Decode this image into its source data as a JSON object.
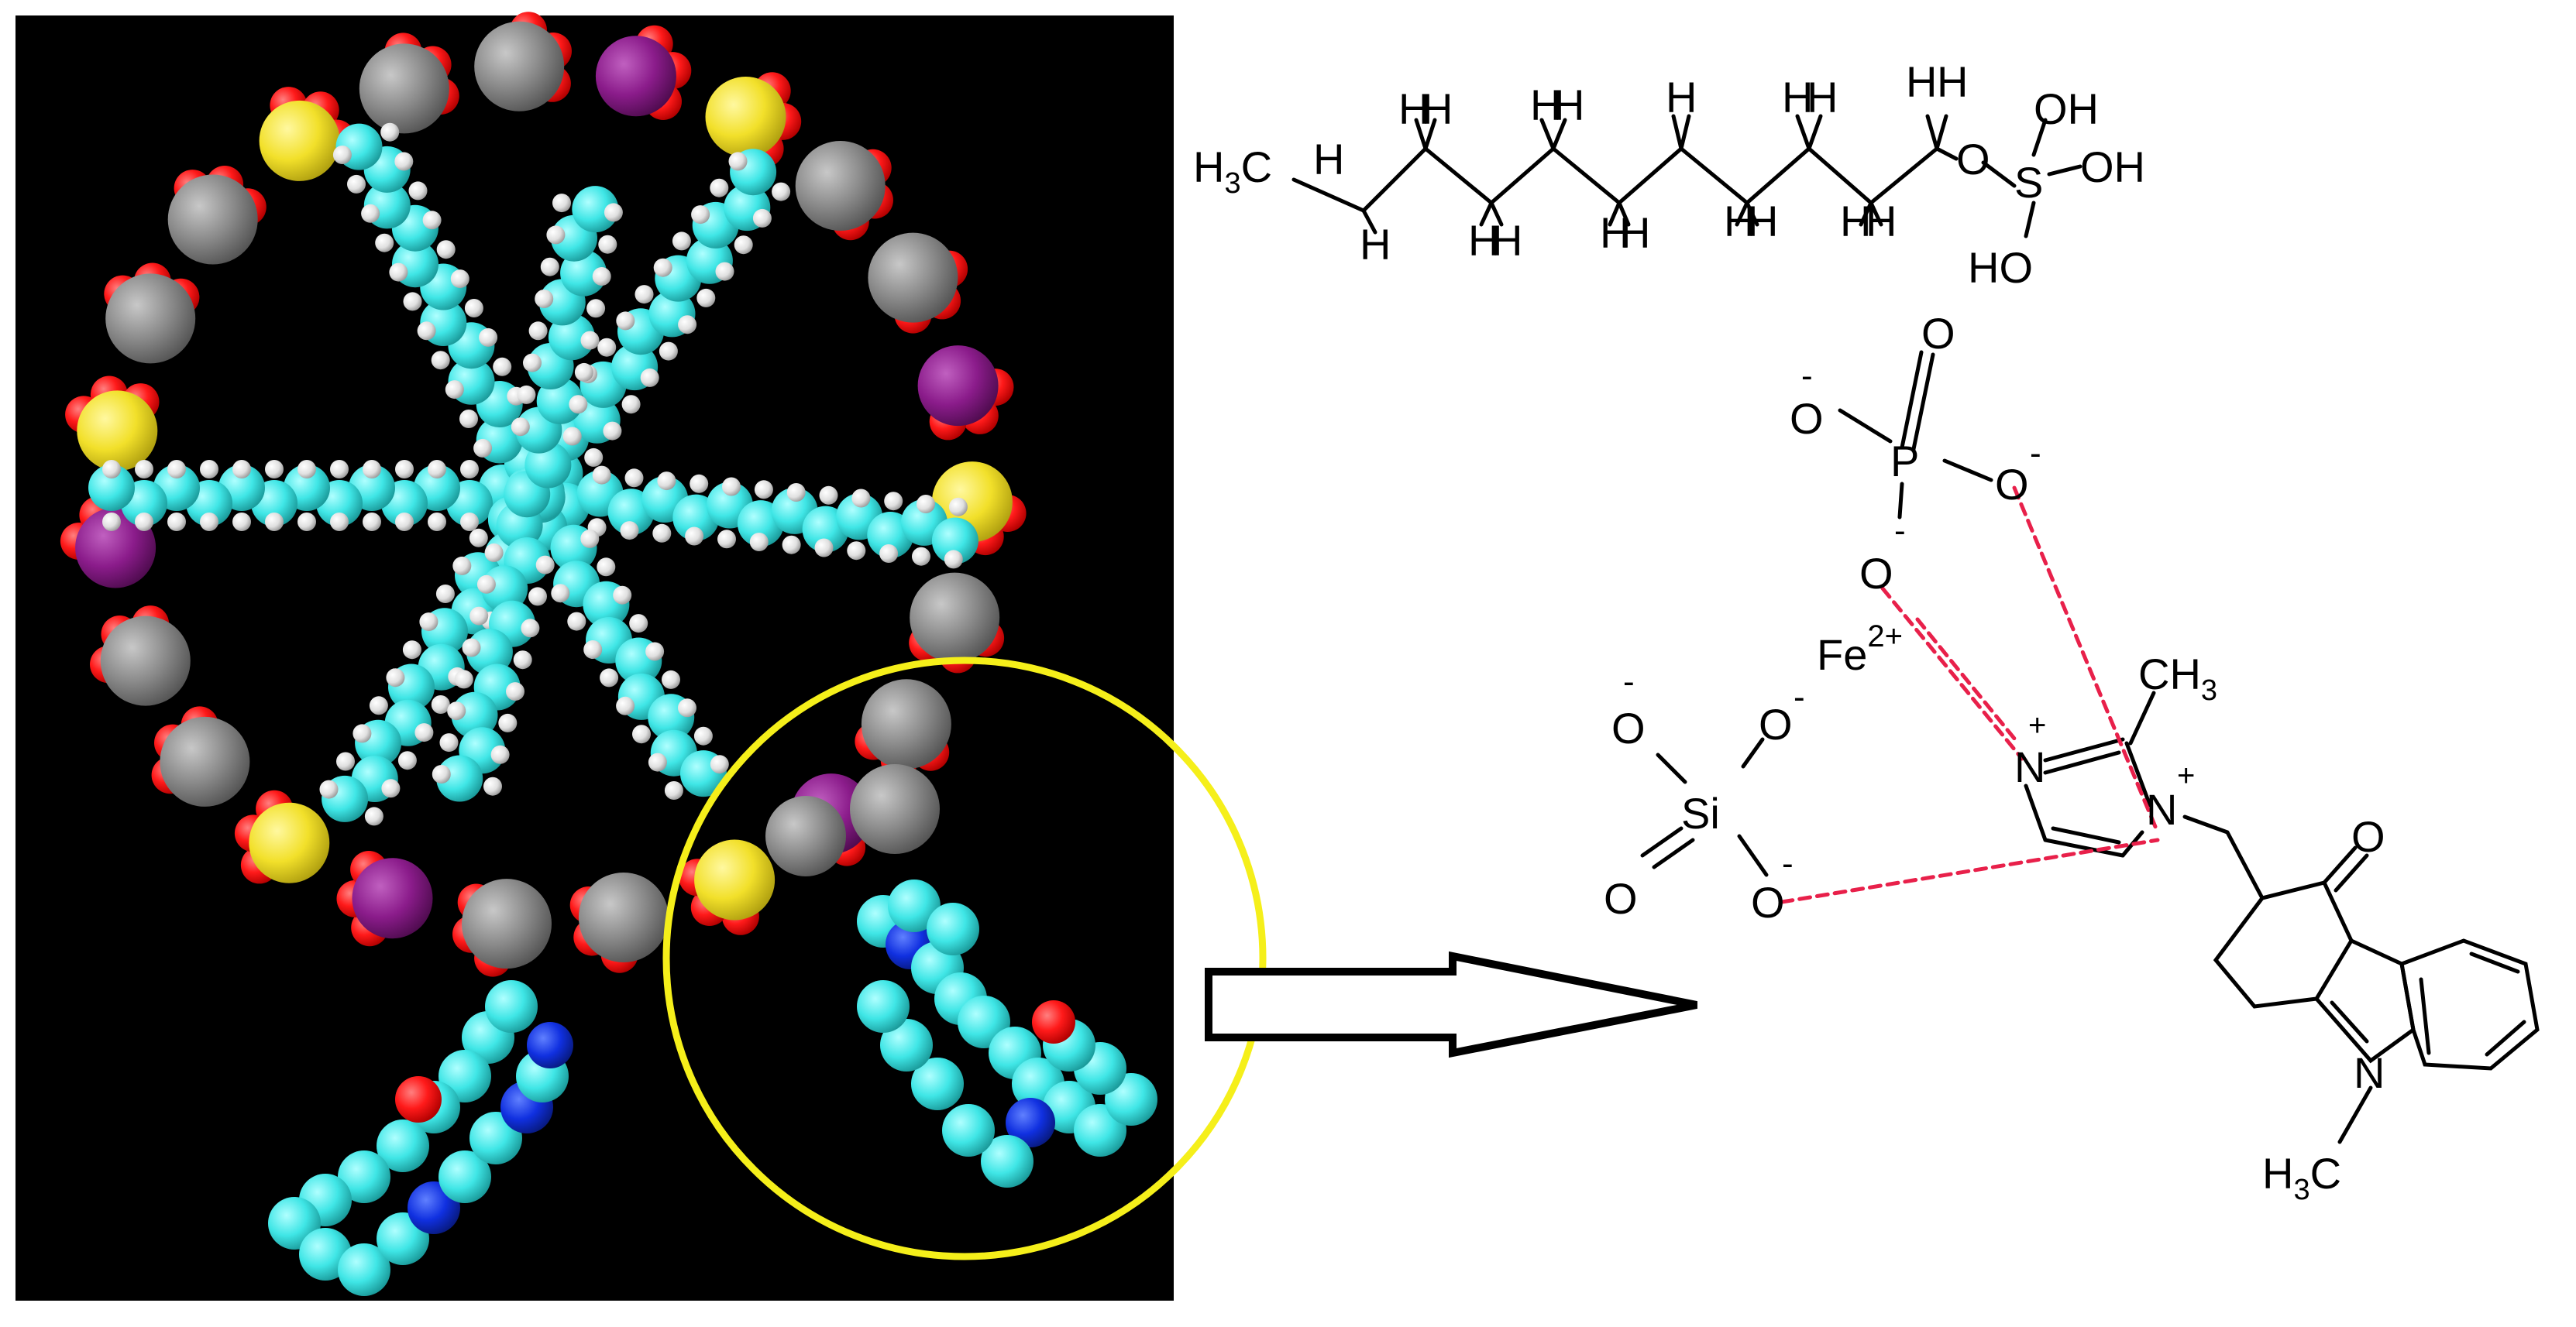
{
  "colors": {
    "background": "#000000",
    "oxygen": "#ff1a1a",
    "carbon_gray": "#8a8a8a",
    "sulfur": "#f2e02a",
    "phosphorus": "#8b1c8b",
    "chain_carbon": "#3fe6e6",
    "hydrogen": "#e8e8e8",
    "nitrogen": "#1030e0",
    "highlight": "#f5ef1a",
    "hbond": "#e8204a",
    "bond": "#000000"
  },
  "sds": {
    "h3c": "H3C",
    "h": "H",
    "o": "O",
    "s": "S",
    "oh": "OH",
    "ho": "HO"
  },
  "phosphate": {
    "o_minus": "O",
    "minus": "-",
    "p": "P",
    "o": "O"
  },
  "iron": {
    "fe": "Fe",
    "charge": "2+"
  },
  "silicate": {
    "si": "Si",
    "o": "O",
    "minus": "-"
  },
  "drug": {
    "n": "N",
    "plus": "+",
    "ch3": "CH3",
    "h3c": "H3C",
    "o": "O"
  }
}
